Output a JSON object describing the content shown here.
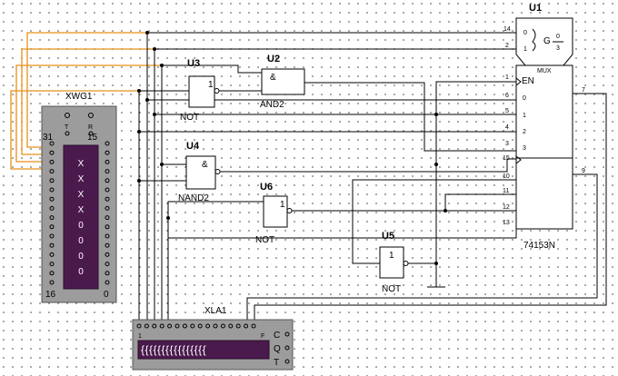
{
  "colors": {
    "wire": "#000000",
    "generator_wire": "#e69019",
    "instrument_body": "#9c9c9c",
    "instrument_screen": "#4a1a4d",
    "background": "#ffffff"
  },
  "components": {
    "u1": {
      "ref": "U1",
      "header": "G",
      "fraction_top": "0",
      "fraction_bottom": "3",
      "in0": "0",
      "in1": "1",
      "pin14": "14",
      "pin2": "2"
    },
    "mux": {
      "title": "MUX",
      "en": "EN",
      "part": "74153N",
      "left_pins": [
        "1",
        "6",
        "5",
        "4",
        "3",
        "15",
        "10",
        "11",
        "12",
        "13"
      ],
      "left_labels": [
        "EN",
        "0",
        "1",
        "2",
        "3"
      ],
      "right_pins": [
        "7",
        "9"
      ]
    },
    "u2": {
      "ref": "U2",
      "symbol": "&",
      "part": "AND2"
    },
    "u3": {
      "ref": "U3",
      "symbol": "1",
      "part": "NOT"
    },
    "u4": {
      "ref": "U4",
      "symbol": "&",
      "part": "NAND2"
    },
    "u5": {
      "ref": "U5",
      "symbol": "1",
      "part": "NOT"
    },
    "u6": {
      "ref": "U6",
      "symbol": "1",
      "part": "NOT"
    }
  },
  "instruments": {
    "xwg": {
      "ref": "XWG1",
      "t": "T",
      "r": "R",
      "top_left": "31",
      "top_right": "15",
      "bottom_left": "16",
      "bottom_right": "0",
      "screen_glyphs": [
        "X",
        "X",
        "X",
        "X",
        "0",
        "0",
        "0",
        "0"
      ]
    },
    "xla": {
      "ref": "XLA1",
      "left_num": "1",
      "right_num": "F",
      "side": [
        "C",
        "Q",
        "T"
      ],
      "screen_glyphs": "{{{{{{{{{{{{{{{{"
    }
  }
}
